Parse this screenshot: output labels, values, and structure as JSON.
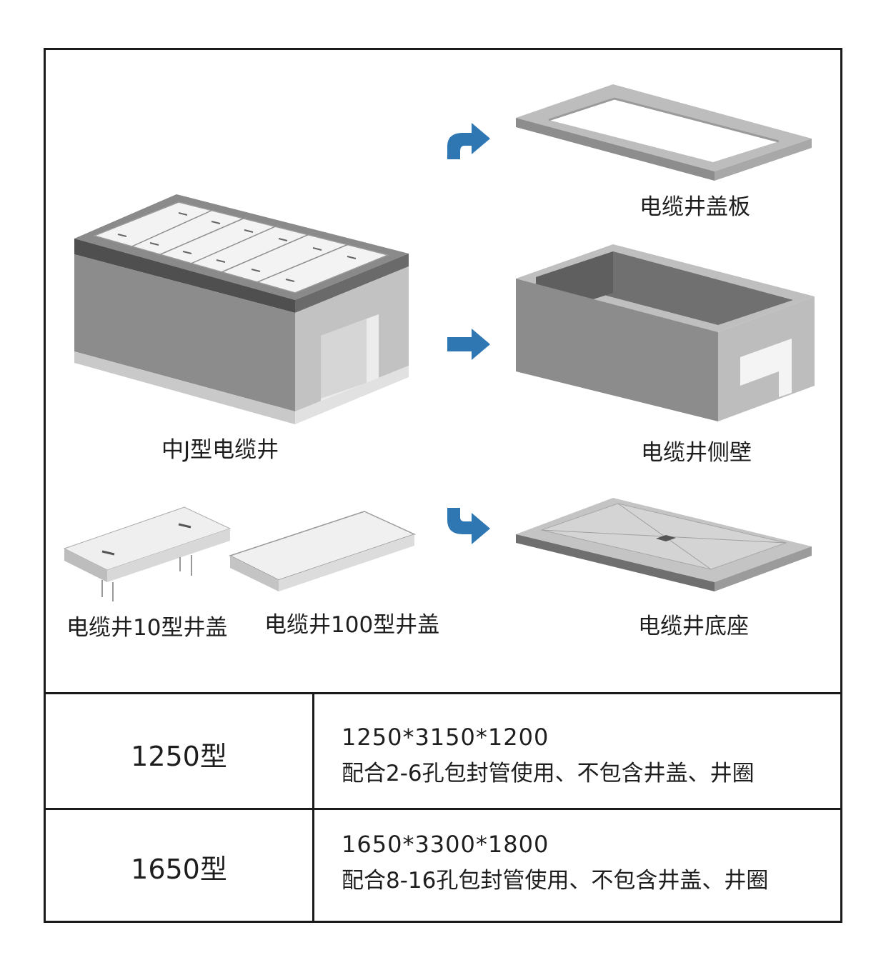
{
  "components": {
    "main_well": "中J型电缆井",
    "cover_plate": "电缆井盖板",
    "side_wall": "电缆井侧壁",
    "base": "电缆井底座",
    "cover_10": "电缆井10型井盖",
    "cover_100": "电缆井100型井盖"
  },
  "specs": [
    {
      "type": "1250型",
      "dimensions": "1250*3150*1200",
      "description": "配合2-6孔包封管使用、不包含井盖、井圈"
    },
    {
      "type": "1650型",
      "dimensions": "1650*3300*1800",
      "description": "配合8-16孔包封管使用、不包含井盖、井圈"
    }
  ],
  "colors": {
    "arrow": "#2f77b3",
    "wall_dark": "#7a7a7a",
    "wall_mid": "#9a9a9a",
    "wall_light": "#c9c9c9",
    "border": "#1a1a1a"
  },
  "icons": [
    "curved-arrow-up-right-icon",
    "arrow-right-icon",
    "curved-arrow-down-right-icon"
  ]
}
